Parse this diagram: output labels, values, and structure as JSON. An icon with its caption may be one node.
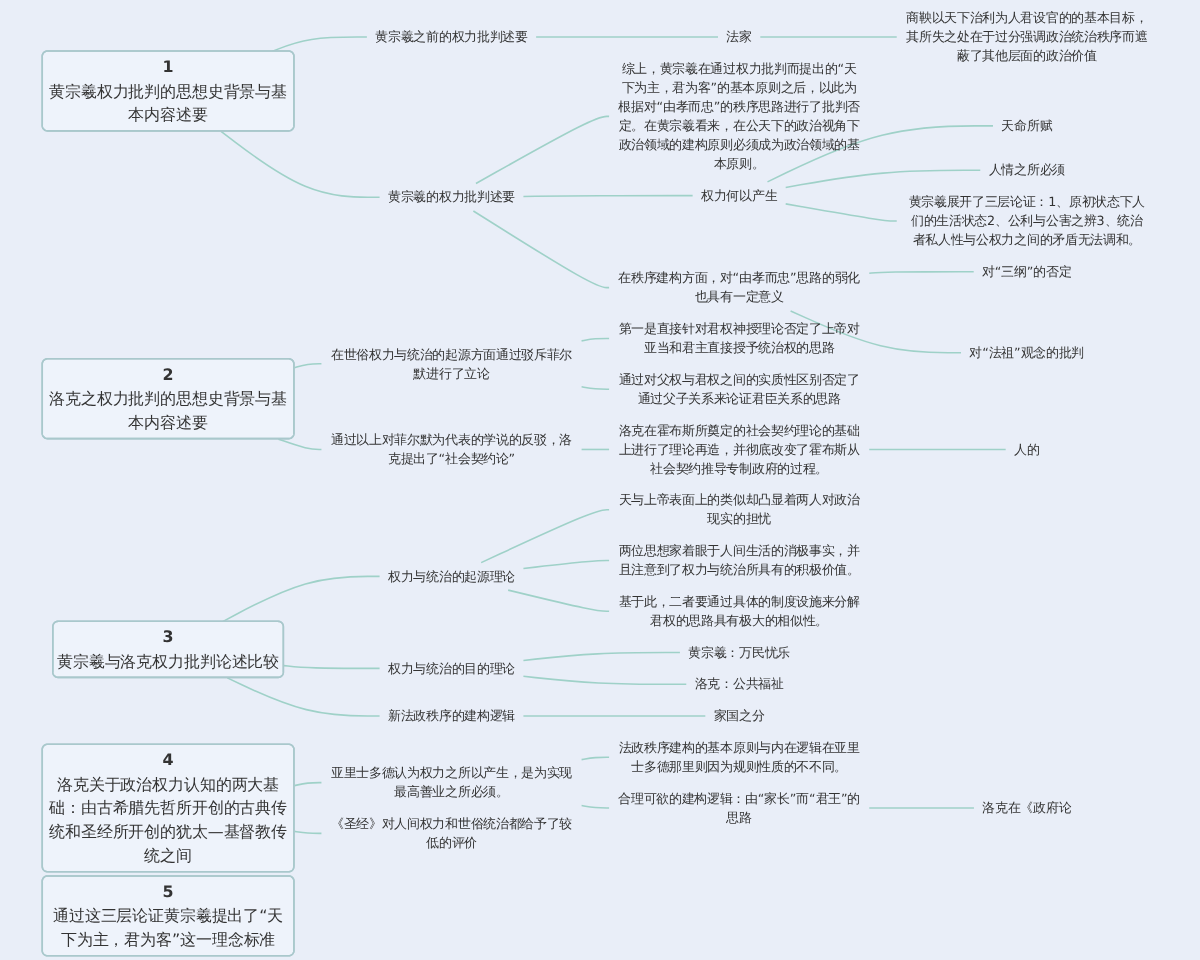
{
  "diagram": {
    "nodes": [
      {
        "text": [
          "1",
          "黄宗羲权力批判的思想史背景与基本内容述要"
        ]
      },
      {
        "text": [
          "黄宗羲之前的权力批判述要"
        ]
      },
      {
        "text": [
          "法家"
        ]
      },
      {
        "text": [
          "商鞅以天下治利为人君设官的的基本目标，其所失之处在于过分强调政治统治秩序而遮蔽了其他层面的政治价值"
        ]
      },
      {
        "text": [
          "黄宗羲的权力批判述要"
        ]
      },
      {
        "text": [
          "综上，黄宗羲在通过权力批判而提出的“天下为主，君为客”的基本原则之后，以此为根据对“由孝而忠”的秩序思路进行了批判否定。在黄宗羲看来，在公天下的政治视角下政治领域的建构原则必须成为政治领域的基本原则。"
        ]
      },
      {
        "text": [
          "权力何以产生"
        ]
      },
      {
        "text": [
          "天命所赋"
        ]
      },
      {
        "text": [
          "人情之所必须"
        ]
      },
      {
        "text": [
          "黄宗羲展开了三层论证：1、原初状态下人们的生活状态2、公利与公害之辨3、统治者私人性与公权力之间的矛盾无法调和。"
        ]
      },
      {
        "text": [
          "在秩序建构方面，对“由孝而忠”思路的弱化也具有一定意义"
        ]
      },
      {
        "text": [
          "对“三纲”的否定"
        ]
      },
      {
        "text": [
          "对“法祖”观念的批判"
        ]
      },
      {
        "text": [
          "2",
          "洛克之权力批判的思想史背景与基本内容述要"
        ]
      },
      {
        "text": [
          "在世俗权力与统治的起源方面通过驳斥菲尔默进行了立论"
        ]
      },
      {
        "text": [
          "第一是直接针对君权神授理论否定了上帝对亚当和君主直接授予统治权的思路"
        ]
      },
      {
        "text": [
          "通过对父权与君权之间的实质性区别否定了通过父子关系来论证君臣关系的思路"
        ]
      },
      {
        "text": [
          "通过以上对菲尔默为代表的学说的反驳，洛克提出了“社会契约论”"
        ]
      },
      {
        "text": [
          "洛克在霍布斯所奠定的社会契约理论的基础上进行了理论再造，并彻底改变了霍布斯从社会契约推导专制政府的过程。"
        ]
      },
      {
        "text": [
          "人的"
        ]
      },
      {
        "text": [
          "3",
          "黄宗羲与洛克权力批判论述比较"
        ]
      },
      {
        "text": [
          "权力与统治的起源理论"
        ]
      },
      {
        "text": [
          "天与上帝表面上的类似却凸显着两人对政治现实的担忧"
        ]
      },
      {
        "text": [
          "两位思想家着眼于人间生活的消极事实，并且注意到了权力与统治所具有的积极价值。"
        ]
      },
      {
        "text": [
          "基于此，二者要通过具体的制度设施来分解君权的思路具有极大的相似性。"
        ]
      },
      {
        "text": [
          "权力与统治的目的理论"
        ]
      },
      {
        "text": [
          "黄宗羲：万民忧乐"
        ]
      },
      {
        "text": [
          "洛克：公共福祉"
        ]
      },
      {
        "text": [
          "新法政秩序的建构逻辑"
        ]
      },
      {
        "text": [
          "家国之分"
        ]
      },
      {
        "text": [
          "4",
          "洛克关于政治权力认知的两大基础：由古希腊先哲所开创的古典传统和圣经所开创的犹太—基督教传统之间"
        ]
      },
      {
        "text": [
          "亚里士多德认为权力之所以产生，是为实现最高善业之所必须。"
        ]
      },
      {
        "text": [
          "法政秩序建构的基本原则与内在逻辑在亚里士多德那里则因为规则性质的不不同。"
        ]
      },
      {
        "text": [
          "合理可欲的建构逻辑：由“家长”而“君王”的思路"
        ]
      },
      {
        "text": [
          "洛克在《政府论"
        ]
      },
      {
        "text": [
          "《圣经》对人间权力和世俗统治都给予了较低的评价"
        ]
      },
      {
        "text": [
          "5",
          "通过这三层论证黄宗羲提出了“天下为主，君为客”这一理念标准"
        ]
      }
    ],
    "edges": [
      {
        "from": 0,
        "to": 1,
        "arrow": "none"
      },
      {
        "from": 1,
        "to": 2,
        "arrow": "none"
      },
      {
        "from": 2,
        "to": 3,
        "arrow": "none"
      },
      {
        "from": 0,
        "to": 4,
        "arrow": "none"
      },
      {
        "from": 4,
        "to": 5,
        "arrow": "none"
      },
      {
        "from": 4,
        "to": 6,
        "arrow": "none"
      },
      {
        "from": 6,
        "to": 7,
        "arrow": "none"
      },
      {
        "from": 6,
        "to": 8,
        "arrow": "none"
      },
      {
        "from": 6,
        "to": 9,
        "arrow": "none"
      },
      {
        "from": 4,
        "to": 10,
        "arrow": "none"
      },
      {
        "from": 10,
        "to": 11,
        "arrow": "none"
      },
      {
        "from": 10,
        "to": 12,
        "arrow": "none"
      },
      {
        "from": 13,
        "to": 14,
        "arrow": "none"
      },
      {
        "from": 14,
        "to": 15,
        "arrow": "none"
      },
      {
        "from": 14,
        "to": 16,
        "arrow": "none"
      },
      {
        "from": 13,
        "to": 17,
        "arrow": "none"
      },
      {
        "from": 17,
        "to": 18,
        "arrow": "none"
      },
      {
        "from": 18,
        "to": 19,
        "arrow": "none"
      },
      {
        "from": 20,
        "to": 21,
        "arrow": "none"
      },
      {
        "from": 21,
        "to": 22,
        "arrow": "none"
      },
      {
        "from": 21,
        "to": 23,
        "arrow": "none"
      },
      {
        "from": 21,
        "to": 24,
        "arrow": "none"
      },
      {
        "from": 20,
        "to": 25,
        "arrow": "none"
      },
      {
        "from": 25,
        "to": 26,
        "arrow": "none"
      },
      {
        "from": 25,
        "to": 27,
        "arrow": "none"
      },
      {
        "from": 20,
        "to": 28,
        "arrow": "none"
      },
      {
        "from": 28,
        "to": 29,
        "arrow": "none"
      },
      {
        "from": 30,
        "to": 31,
        "arrow": "none"
      },
      {
        "from": 31,
        "to": 32,
        "arrow": "none"
      },
      {
        "from": 31,
        "to": 33,
        "arrow": "none"
      },
      {
        "from": 33,
        "to": 34,
        "arrow": "none"
      },
      {
        "from": 30,
        "to": 35,
        "arrow": "none"
      }
    ]
  }
}
